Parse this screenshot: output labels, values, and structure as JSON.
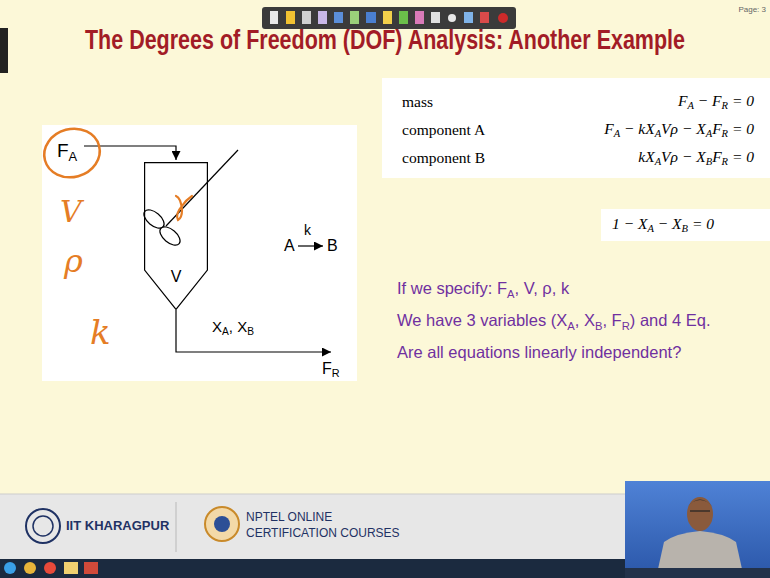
{
  "diagram": {
    "title": "The Degrees of Freedom (DOF) Analysis: Another Example",
    "nodes": [
      {
        "text": [
          "V"
        ]
      },
      {
        "text": [
          "mass",
          "FA − FR = 0",
          "component A",
          "FA − kXAVρ − XAFR = 0",
          "component B",
          "kXAVρ − XBFR = 0"
        ]
      },
      {
        "text": [
          "1 − XA − XB = 0"
        ]
      }
    ],
    "labels": [
      "Page: 3",
      "FA",
      "A",
      "k",
      "B",
      "XA, XB",
      "FR",
      "V",
      "ρ",
      "k",
      "If we specify: FA, V, ρ, k",
      "We have 3 variables (XA, XB, FR) and 4 Eq.",
      "Are all equations linearly independent?",
      "IIT KHARAGPUR",
      "NPTEL ONLINE",
      "CERTIFICATION COURSES"
    ]
  }
}
